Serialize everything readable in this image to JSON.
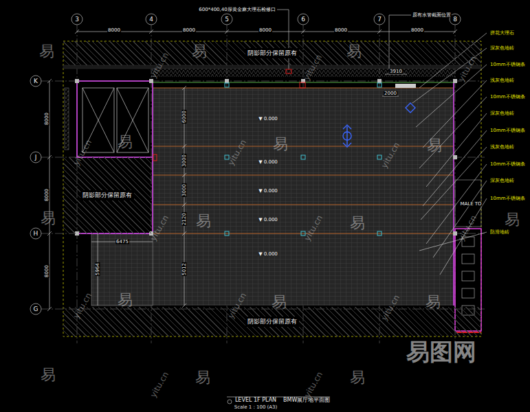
{
  "diagram": {
    "title": "BMW展厅地平面图",
    "nodes": [
      {
        "text": [
          "阴影部分保留原有"
        ]
      },
      {
        "text": [
          "阴影部分保留原有"
        ]
      },
      {
        "text": [
          "阴影部分保留原有"
        ]
      }
    ],
    "labels": [
      "3",
      "4",
      "5",
      "6",
      "7",
      "8",
      "8000",
      "8000",
      "8000",
      "8000",
      "8000",
      "K",
      "J",
      "H",
      "G",
      "8000",
      "8000",
      "8000",
      "600*400,40厚黄金麻大理石检修口",
      "原有水管截面位置",
      "3910",
      "2000",
      "6000",
      "3000",
      "3000",
      "2120",
      "5012",
      "6475",
      "5964",
      "▼ 0.000",
      "▼ 0.000",
      "▼ 0.000",
      "▼ 0.000",
      "▼ 0.000",
      "MALE TO",
      "拼花大理石",
      "深灰色地砖",
      "10mm不锈钢条",
      "浅灰色地砖",
      "10mm不锈钢条",
      "深灰色地砖",
      "10mm不锈钢条",
      "浅灰色地砖",
      "10mm不锈钢条",
      "深灰色地砖",
      "10mm不锈钢条",
      "防滑地砖",
      "LEVEL 1F PLAN",
      "Scale 1 : 100 (A3)",
      "易",
      "易",
      "易",
      "易",
      "易",
      "易",
      "易",
      "易",
      "易",
      "易",
      "易",
      "易",
      "易",
      "易",
      "易",
      "易",
      "yitu.cn",
      "yitu.cn",
      "yitu.cn",
      "yitu.cn",
      "yitu.cn",
      "yitu.cn",
      "yitu.cn",
      "yitu.cn",
      "yitu.cn",
      "yitu.cn",
      "yitu.cn",
      "yitu.cn",
      "yitu.cn",
      "yitu.cn",
      "易图网"
    ]
  }
}
